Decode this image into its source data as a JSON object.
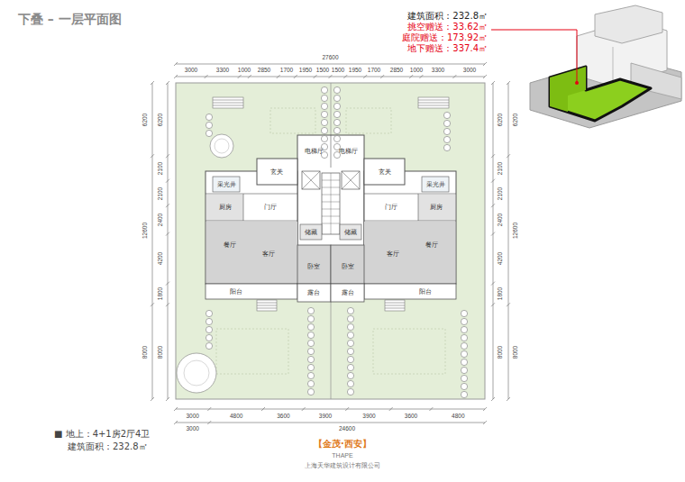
{
  "diagram": {
    "title": "下叠 – 一层平面图",
    "labels": [
      "建筑面积：232.8㎡",
      "挑空赠送：33.62㎡",
      "庭院赠送：173.92㎡",
      "地下赠送：337.4㎡",
      "27600",
      "3000",
      "3300",
      "1000",
      "2850",
      "1700",
      "1950",
      "1500",
      "1500",
      "1950",
      "1700",
      "2850",
      "1000",
      "3300",
      "3000",
      "6200",
      "2100",
      "2100",
      "2400",
      "4200",
      "1800",
      "8000",
      "6200",
      "12600",
      "8000",
      "6200",
      "2100",
      "2100",
      "2400",
      "4200",
      "1800",
      "8000",
      "6200",
      "12600",
      "8000",
      "3000",
      "4800",
      "3600",
      "3900",
      "3900",
      "3600",
      "4800",
      "3000",
      "24600",
      "■ 地上：4+1房2厅4卫",
      "建筑面积：232.8㎡",
      "【金茂·西安】",
      "THAPE",
      "上海天华建筑设计有限公司",
      "玄关",
      "电梯厅",
      "电梯厅",
      "玄关",
      "采光井",
      "采光井",
      "厨房",
      "门厅",
      "门厅",
      "厨房",
      "储藏",
      "储藏",
      "餐厅",
      "客厅",
      "客厅",
      "餐厅",
      "卧室",
      "卧室",
      "阳台",
      "露台",
      "露台",
      "阳台"
    ]
  }
}
